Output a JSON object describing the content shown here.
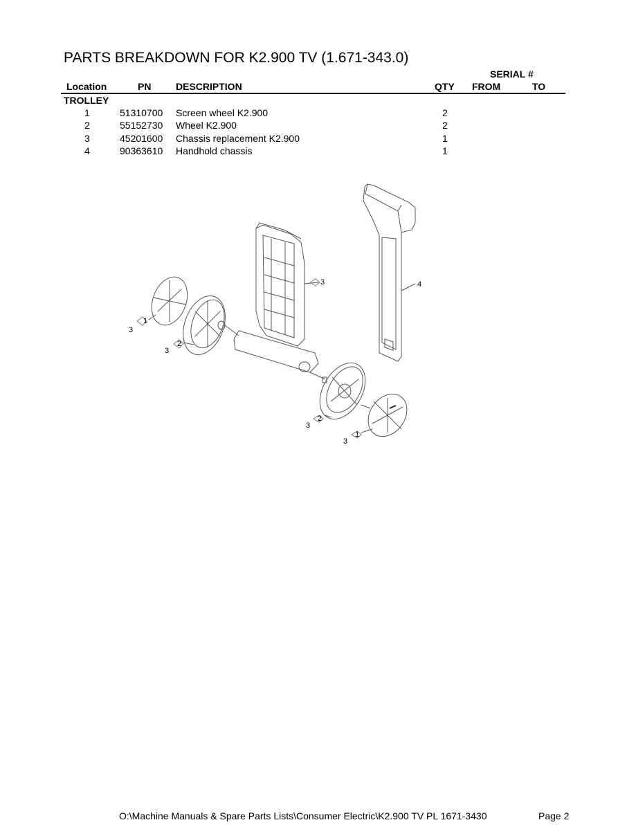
{
  "document": {
    "title": "PARTS BREAKDOWN FOR K2.900 TV (1.671-343.0)",
    "serial_header": "SERIAL #",
    "columns": {
      "location": "Location",
      "pn": "PN",
      "description": "DESCRIPTION",
      "qty": "QTY",
      "from": "FROM",
      "to": "TO"
    },
    "section": "TROLLEY",
    "rows": [
      {
        "location": "1",
        "pn": "51310700",
        "description": "Screen wheel K2.900",
        "qty": "2"
      },
      {
        "location": "2",
        "pn": "55152730",
        "description": "Wheel K2.900",
        "qty": "2"
      },
      {
        "location": "3",
        "pn": "45201600",
        "description": "Chassis replacement K2.900",
        "qty": "1"
      },
      {
        "location": "4",
        "pn": "90363610",
        "description": "Handhold chassis",
        "qty": "1"
      }
    ]
  },
  "diagram": {
    "callouts": {
      "screen_wheel_left": "1",
      "screen_wheel_left_group": "3",
      "wheel_left": "2",
      "wheel_left_group": "3",
      "chassis": "3",
      "handhold": "4",
      "wheel_right": "2",
      "wheel_right_group": "3",
      "screen_wheel_right": "1",
      "screen_wheel_right_group": "3"
    }
  },
  "footer": {
    "path": "O:\\Machine Manuals & Spare Parts Lists\\Consumer Electric\\K2.900 TV PL 1671-3430",
    "page": "Page 2"
  }
}
